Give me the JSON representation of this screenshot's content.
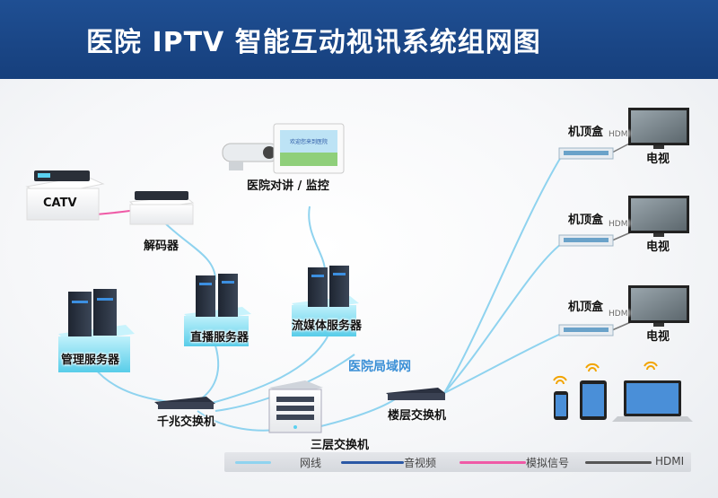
{
  "header": {
    "title": "医院 IPTV 智能互动视讯系统组网图"
  },
  "nodes": {
    "catv": "CATV",
    "decoder": "解码器",
    "intercom": "医院对讲 / 监控",
    "mgmt_server": "管理服务器",
    "live_server": "直播服务器",
    "stream_server": "流媒体服务器",
    "gigabit_switch": "千兆交换机",
    "l3_switch": "三层交换机",
    "floor_switch": "楼层交换机",
    "lan": "医院局域网",
    "stb_1": "机顶盒",
    "stb_2": "机顶盒",
    "stb_3": "机顶盒",
    "tv_1": "电视",
    "tv_2": "电视",
    "tv_3": "电视",
    "hdmi_1": "HDMI",
    "hdmi_2": "HDMI",
    "hdmi_3": "HDMI",
    "camera_screen_text": "欢迎您来到医院"
  },
  "legend": [
    {
      "label": "网线",
      "color": "#8fd3ef"
    },
    {
      "label": "音视频",
      "color": "#2b58a5"
    },
    {
      "label": "模拟信号",
      "color": "#ef5aa6"
    },
    {
      "label": "HDMI",
      "color": "#555555"
    }
  ]
}
